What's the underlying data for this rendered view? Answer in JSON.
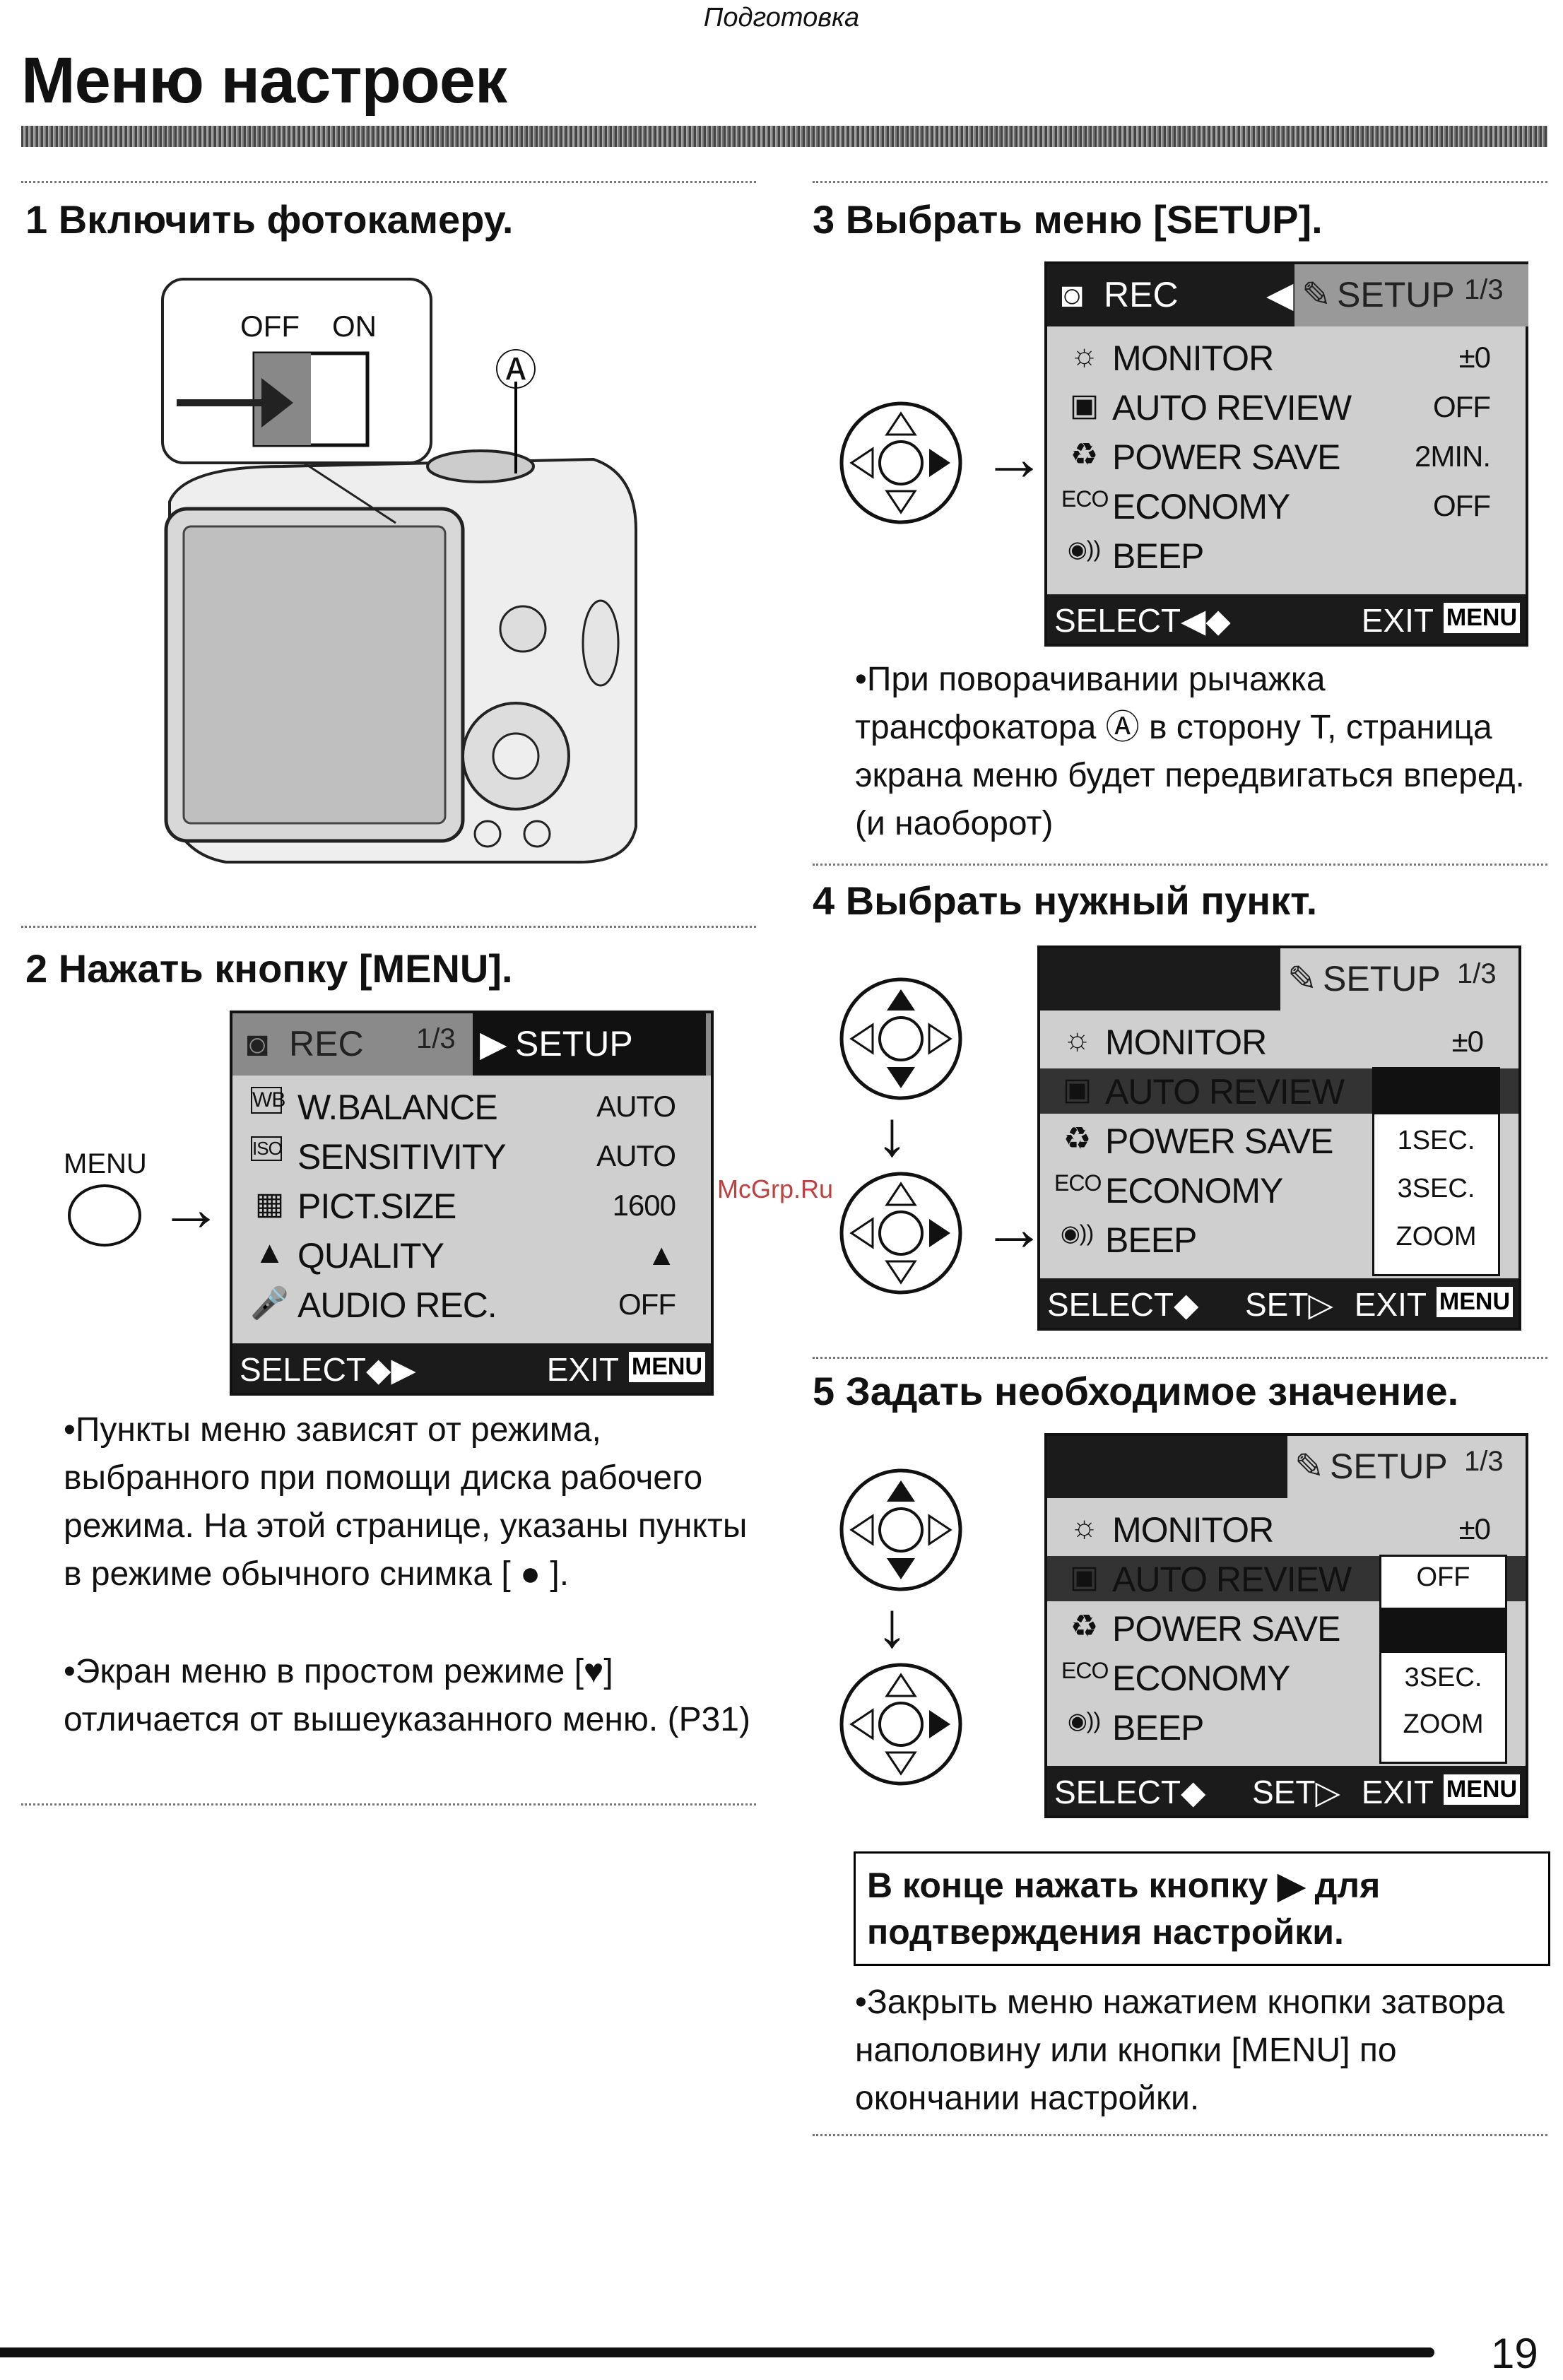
{
  "header": {
    "section": "Подготовка",
    "title": "Меню настроек"
  },
  "step1": {
    "title": "1 Включить фотокамеру.",
    "switch_off": "OFF",
    "switch_on": "ON",
    "marker": "Ⓐ"
  },
  "step2": {
    "title": "2 Нажать кнопку [MENU].",
    "button_label": "MENU",
    "screen": {
      "tab_rec": "REC",
      "page": "1/3",
      "tab_setup": "SETUP",
      "rows": [
        {
          "icon": "WB",
          "label": "W.BALANCE",
          "value": "AUTO"
        },
        {
          "icon": "ISO",
          "label": "SENSITIVITY",
          "value": "AUTO"
        },
        {
          "icon": "▦",
          "label": "PICT.SIZE",
          "value": "1600"
        },
        {
          "icon": "▲",
          "label": "QUALITY",
          "value": "▲"
        },
        {
          "icon": "🎤",
          "label": "AUDIO REC.",
          "value": "OFF"
        }
      ],
      "select": "SELECT◆▶",
      "exit": "EXIT",
      "menu": "MENU"
    },
    "notes": [
      "Пункты меню зависят от режима, выбранного при помощи диска рабочего режима. На этой странице, указаны пункты в режиме обычного снимка [ ● ].",
      "Экран меню в простом режиме [♥] отличается от вышеуказанного меню. (P31)"
    ]
  },
  "step3": {
    "title": "3 Выбрать меню [SETUP].",
    "screen": {
      "tab_rec": "REC",
      "tab_setup": "SETUP",
      "page": "1/3",
      "rows": [
        {
          "icon": "☼",
          "label": "MONITOR",
          "value": "±0"
        },
        {
          "icon": "▣",
          "label": "AUTO REVIEW",
          "value": "OFF"
        },
        {
          "icon": "♻",
          "label": "POWER SAVE",
          "value": "2MIN."
        },
        {
          "icon": "ECO",
          "label": "ECONOMY",
          "value": "OFF"
        },
        {
          "icon": "◉))",
          "label": "BEEP",
          "value": ""
        }
      ],
      "select": "SELECT◀◆",
      "exit": "EXIT",
      "menu": "MENU"
    },
    "note": "При поворачивании рычажка трансфокатора Ⓐ в сторону T, страница экрана меню будет передвигаться вперед. (и наоборот)"
  },
  "step4": {
    "title": "4 Выбрать нужный пункт.",
    "screen": {
      "tab_setup": "SETUP",
      "page": "1/3",
      "rows": [
        {
          "icon": "☼",
          "label": "MONITOR",
          "value": "±0"
        },
        {
          "icon": "▣",
          "label": "AUTO REVIEW",
          "value": ""
        },
        {
          "icon": "♻",
          "label": "POWER SAVE",
          "value": ""
        },
        {
          "icon": "ECO",
          "label": "ECONOMY",
          "value": ""
        },
        {
          "icon": "◉))",
          "label": "BEEP",
          "value": ""
        }
      ],
      "options": [
        "1SEC.",
        "3SEC.",
        "ZOOM"
      ],
      "select": "SELECT◆",
      "set": "SET▷",
      "exit": "EXIT",
      "menu": "MENU"
    }
  },
  "step5": {
    "title": "5 Задать необходимое значение.",
    "screen": {
      "tab_setup": "SETUP",
      "page": "1/3",
      "rows": [
        {
          "icon": "☼",
          "label": "MONITOR",
          "value": "±0"
        },
        {
          "icon": "▣",
          "label": "AUTO REVIEW",
          "value": ""
        },
        {
          "icon": "♻",
          "label": "POWER SAVE",
          "value": ""
        },
        {
          "icon": "ECO",
          "label": "ECONOMY",
          "value": ""
        },
        {
          "icon": "◉))",
          "label": "BEEP",
          "value": ""
        }
      ],
      "options": [
        "OFF",
        "",
        "3SEC.",
        "ZOOM"
      ],
      "select": "SELECT◆",
      "set": "SET▷",
      "exit": "EXIT",
      "menu": "MENU"
    }
  },
  "final": {
    "box": "В конце нажать кнопку ▶ для подтверждения настройки.",
    "note": "Закрыть меню нажатием кнопки затвора наполовину или кнопки [MENU] по окончании настройки."
  },
  "watermark": "McGrp.Ru",
  "footer": {
    "page_number": "19"
  }
}
